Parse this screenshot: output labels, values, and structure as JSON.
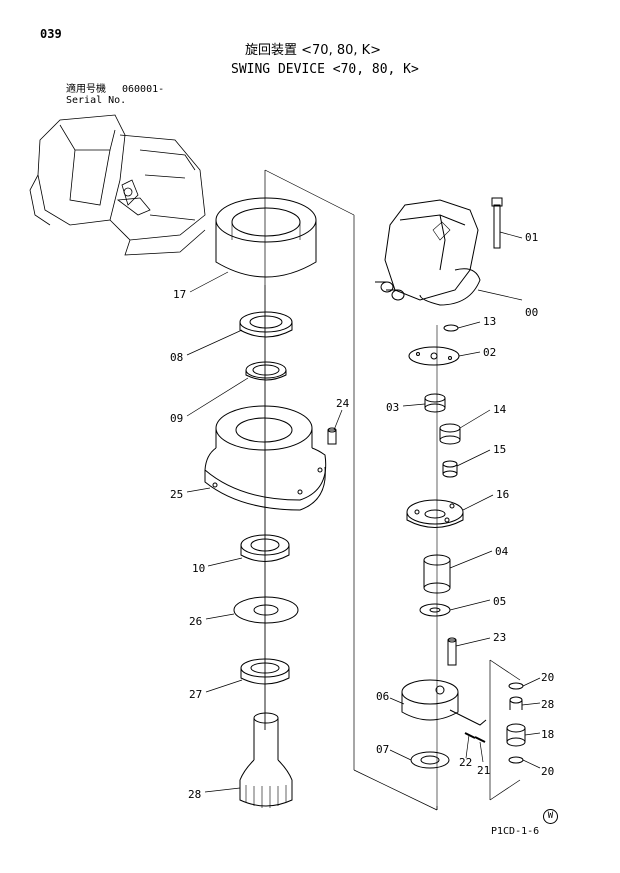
{
  "header": {
    "page_number": "039",
    "title_jp": "旋回装置 <70, 80, K>",
    "title_en": "SWING DEVICE <70, 80, K>",
    "serial_label_jp": "適用号機",
    "serial_value": "060001-",
    "serial_label_en": "Serial No."
  },
  "footer": {
    "page_code": "P1CD-1-6",
    "region_mark": "W"
  },
  "parts": {
    "p00": "00",
    "p01": "01",
    "p02": "02",
    "p03": "03",
    "p04": "04",
    "p05": "05",
    "p06": "06",
    "p07": "07",
    "p08": "08",
    "p09": "09",
    "p10": "10",
    "p13": "13",
    "p14": "14",
    "p15": "15",
    "p16": "16",
    "p17": "17",
    "p18": "18",
    "p20a": "20",
    "p20b": "20",
    "p21": "21",
    "p22": "22",
    "p23": "23",
    "p24": "24",
    "p25": "25",
    "p26": "26",
    "p27": "27",
    "p28a": "28",
    "p28b": "28"
  }
}
